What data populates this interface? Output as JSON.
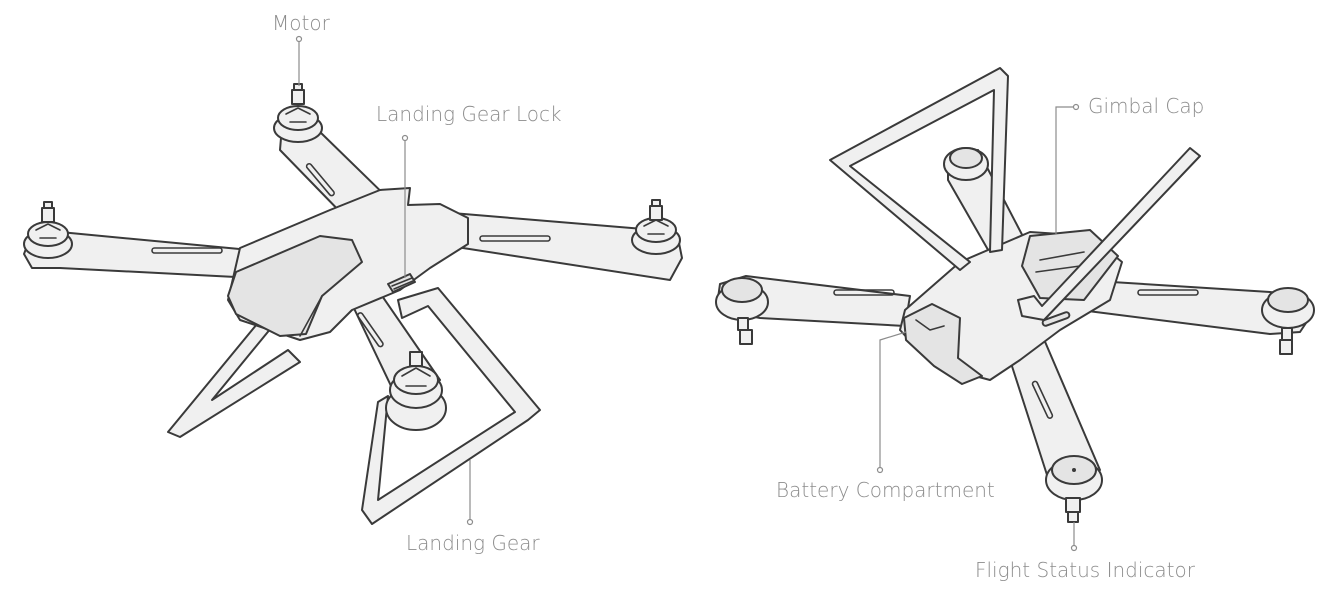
{
  "labels": {
    "motor": "Motor",
    "landing_gear_lock": "Landing Gear Lock",
    "landing_gear": "Landing Gear",
    "gimbal_cap": "Gimbal Cap",
    "battery_compartment": "Battery Compartment",
    "flight_status_indicator": "Flight Status Indicator"
  },
  "colors": {
    "label_text": "#8c8c8c",
    "outline": "#3a3a3a",
    "body_fill": "#f0f0f0",
    "background": "#ffffff"
  }
}
